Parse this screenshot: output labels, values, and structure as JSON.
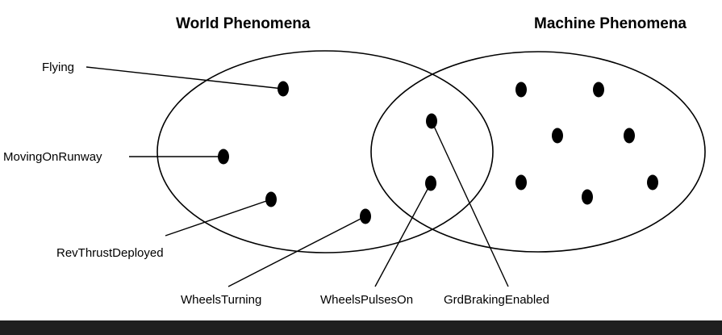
{
  "titles": {
    "world": "World Phenomena",
    "machine": "Machine Phenomena"
  },
  "labels": {
    "flying": "Flying",
    "moving_on_runway": "MovingOnRunway",
    "rev_thrust_deployed": "RevThrustDeployed",
    "wheels_turning": "WheelsTurning",
    "wheels_pulses_on": "WheelsPulsesOn",
    "grd_braking_enabled": "GrdBrakingEnabled"
  },
  "colors": {
    "ink": "#000000",
    "background": "#ffffff",
    "bottom_bar": "#1f1f1f"
  }
}
